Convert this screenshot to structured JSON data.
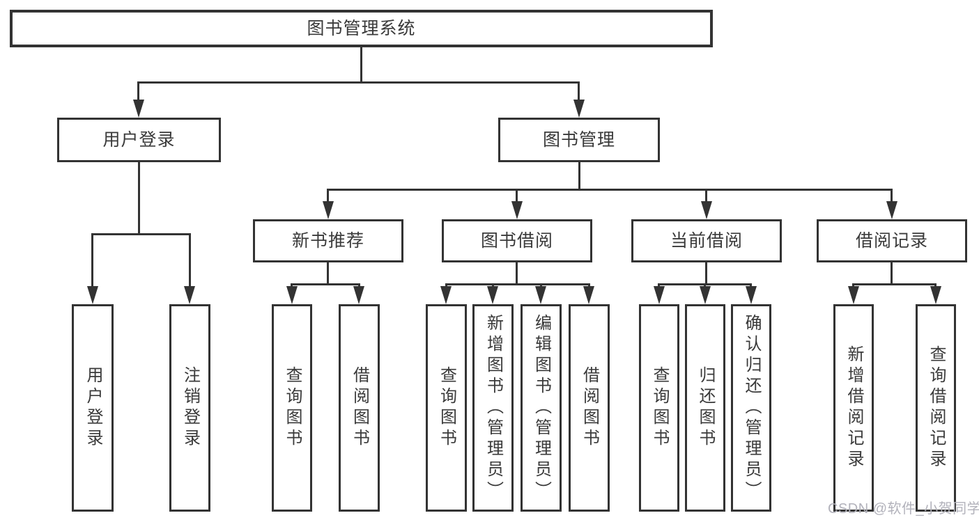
{
  "diagram": {
    "title": "图书管理系统",
    "root": "图书管理系统",
    "branches": {
      "user_login": "用户登录",
      "book_mgmt": "图书管理"
    },
    "modules": {
      "new_book_rec": "新书推荐",
      "book_borrow": "图书借阅",
      "current_borrow": "当前借阅",
      "borrow_record": "借阅记录"
    },
    "leaves": {
      "login": "用户登录",
      "logout": "注销登录",
      "rec_query_book": "查询图书",
      "rec_borrow_book": "借阅图书",
      "bb_query_book": "查询图书",
      "bb_add_book": "新增图书（管理员）",
      "bb_edit_book": "编辑图书（管理员）",
      "bb_borrow_book": "借阅图书",
      "cur_query_book": "查询图书",
      "cur_return_book": "归还图书",
      "cur_confirm_return": "确认归还（管理员）",
      "rd_add_record": "新增借阅记录",
      "rd_query_record": "查询借阅记录"
    }
  },
  "watermark": "CSDN @软件_小贺同学",
  "colors": {
    "line": "#333333",
    "text": "#3a3a3a",
    "watermark_text": "#b2b2bb",
    "background": "#ffffff"
  }
}
